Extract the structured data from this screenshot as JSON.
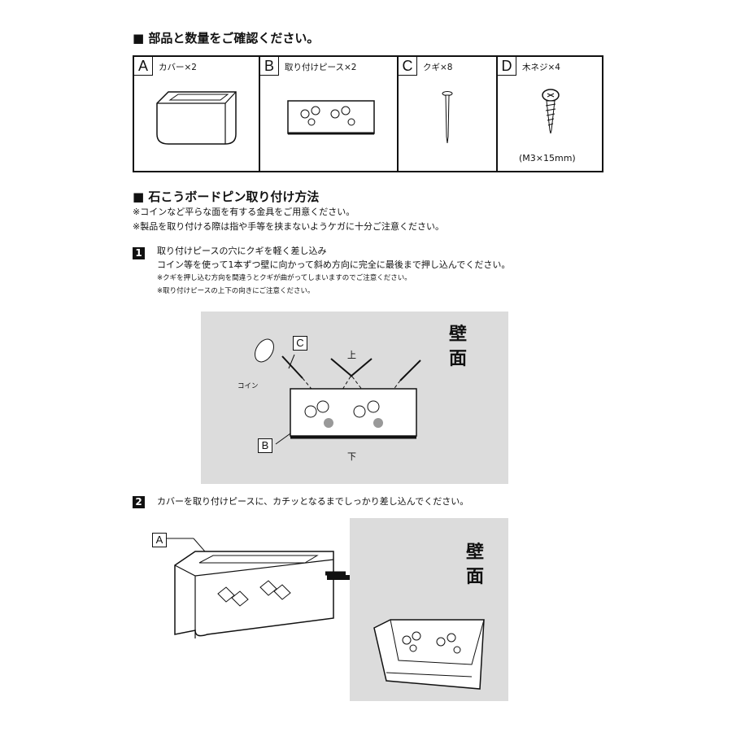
{
  "parts_section": {
    "title": "■ 部品と数量をご確認ください。",
    "parts": [
      {
        "letter": "A",
        "name": "カバー×2"
      },
      {
        "letter": "B",
        "name": "取り付けピース×2"
      },
      {
        "letter": "C",
        "name": "クギ×8"
      },
      {
        "letter": "D",
        "name": "木ネジ×4",
        "spec": "(M3×15mm)"
      }
    ]
  },
  "install_section": {
    "title": "■ 石こうボードピン取り付け方法",
    "notes": [
      "※コインなど平らな面を有する金具をご用意ください。",
      "※製品を取り付ける際は指や手等を挟まないようケガに十分ご注意ください。"
    ],
    "steps": [
      {
        "num": "1",
        "lines": [
          "取り付けピースの穴にクギを軽く差し込み",
          "コイン等を使って1本ずつ壁に向かって斜め方向に完全に最後まで押し込んでください。"
        ],
        "notes": [
          "※クギを押し込む方向を間違うとクギが曲がってしまいますのでご注意ください。",
          "※取り付けピースの上下の向きにご注意ください。"
        ]
      },
      {
        "num": "2",
        "lines": [
          "カバーを取り付けピースに、カチッとなるまでしっかり差し込んでください。"
        ]
      }
    ]
  },
  "diagram1": {
    "wall_label": "壁面",
    "wall_chars": [
      "壁",
      "面"
    ],
    "coin_label": "コイン",
    "top_label": "上",
    "bottom_label": "下",
    "label_c": "C",
    "label_b": "B"
  },
  "diagram2": {
    "wall_chars": [
      "壁",
      "面"
    ],
    "label_a": "A"
  }
}
